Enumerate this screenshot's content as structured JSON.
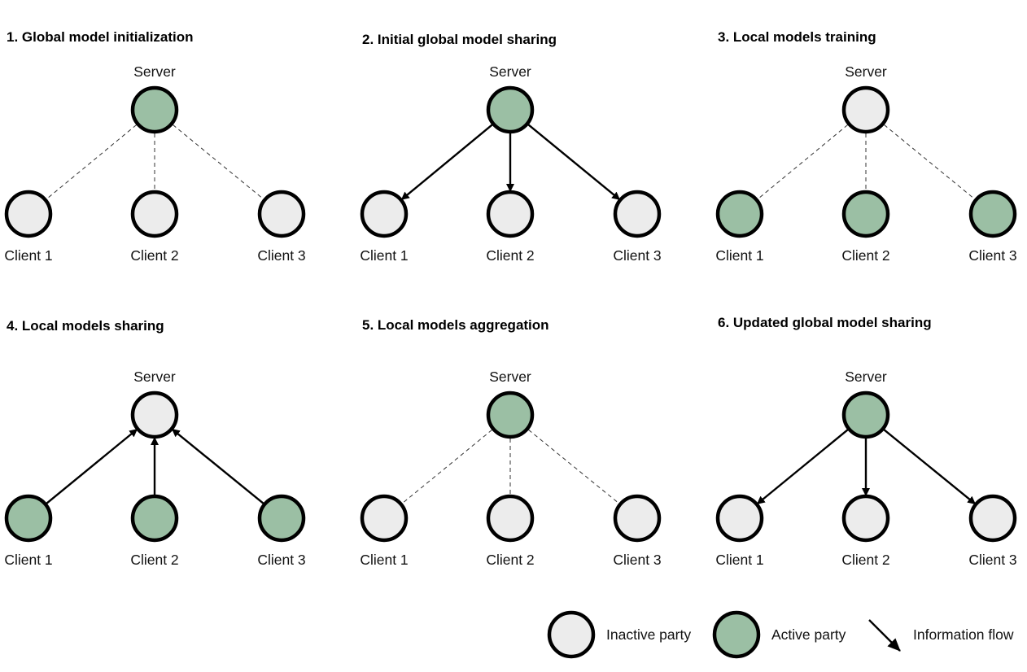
{
  "colors": {
    "active": "#9bbfa4",
    "inactive": "#ececec",
    "stroke": "#000000"
  },
  "panels": [
    {
      "title": "1. Global model initialization",
      "server": {
        "label": "Server",
        "active": true
      },
      "clients": [
        {
          "label": "Client 1",
          "active": false
        },
        {
          "label": "Client 2",
          "active": false
        },
        {
          "label": "Client 3",
          "active": false
        }
      ],
      "flow": "none"
    },
    {
      "title": "2. Initial global model sharing",
      "server": {
        "label": "Server",
        "active": true
      },
      "clients": [
        {
          "label": "Client 1",
          "active": false
        },
        {
          "label": "Client 2",
          "active": false
        },
        {
          "label": "Client 3",
          "active": false
        }
      ],
      "flow": "server-to-clients"
    },
    {
      "title": "3. Local models training",
      "server": {
        "label": "Server",
        "active": false
      },
      "clients": [
        {
          "label": "Client 1",
          "active": true
        },
        {
          "label": "Client 2",
          "active": true
        },
        {
          "label": "Client 3",
          "active": true
        }
      ],
      "flow": "none"
    },
    {
      "title": "4. Local models sharing",
      "server": {
        "label": "Server",
        "active": false
      },
      "clients": [
        {
          "label": "Client 1",
          "active": true
        },
        {
          "label": "Client 2",
          "active": true
        },
        {
          "label": "Client 3",
          "active": true
        }
      ],
      "flow": "clients-to-server"
    },
    {
      "title": "5. Local models aggregation",
      "server": {
        "label": "Server",
        "active": true
      },
      "clients": [
        {
          "label": "Client 1",
          "active": false
        },
        {
          "label": "Client 2",
          "active": false
        },
        {
          "label": "Client 3",
          "active": false
        }
      ],
      "flow": "none"
    },
    {
      "title": "6. Updated global model sharing",
      "server": {
        "label": "Server",
        "active": true
      },
      "clients": [
        {
          "label": "Client 1",
          "active": false
        },
        {
          "label": "Client 2",
          "active": false
        },
        {
          "label": "Client 3",
          "active": false
        }
      ],
      "flow": "server-to-clients"
    }
  ],
  "legend": {
    "inactive_label": "Inactive party",
    "active_label": "Active party",
    "flow_label": "Information flow"
  }
}
